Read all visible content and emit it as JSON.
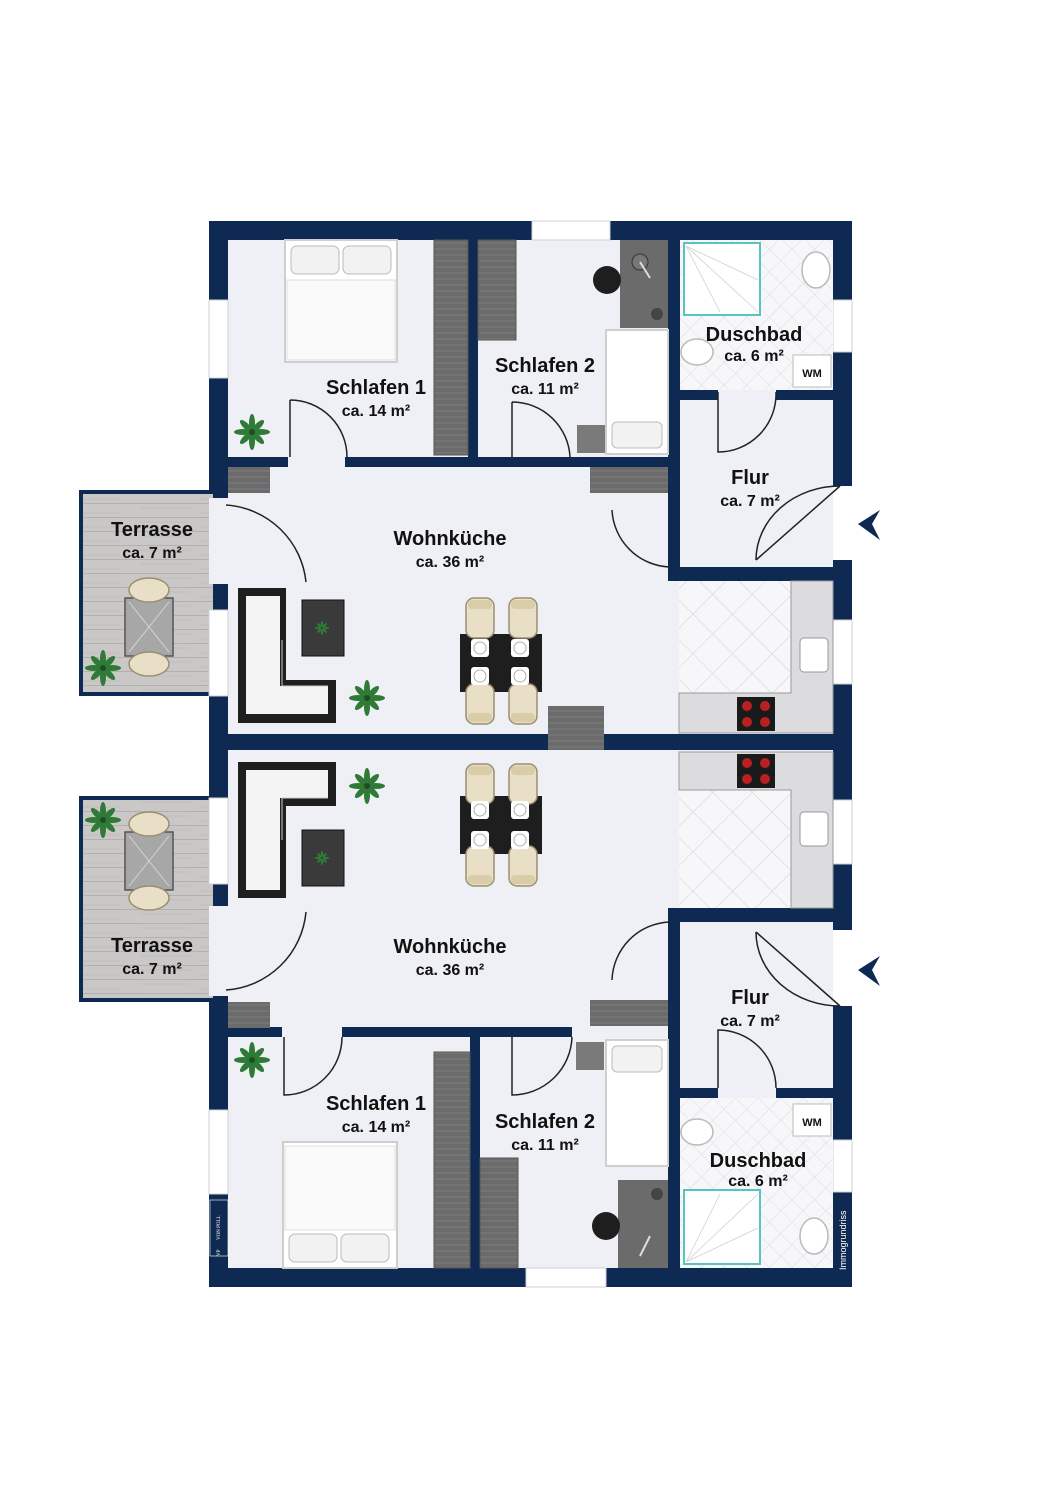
{
  "colors": {
    "wall": "#0f2a52",
    "floor": "#eff0f5",
    "tile_lines": "#d0d0d8",
    "terrace": "#c9c6c6",
    "furniture_dark": "#222222",
    "cabinet": "#6a6a6a",
    "plant": "#2f7a36",
    "chair": "#e9dfc6"
  },
  "units": [
    {
      "rooms": {
        "schlafen1": {
          "name": "Schlafen 1",
          "area": "ca. 14 m²"
        },
        "schlafen2": {
          "name": "Schlafen 2",
          "area": "ca. 11 m²"
        },
        "duschbad": {
          "name": "Duschbad",
          "area": "ca. 6 m²"
        },
        "flur": {
          "name": "Flur",
          "area": "ca. 7 m²"
        },
        "wohnkueche": {
          "name": "Wohnküche",
          "area": "ca. 36 m²"
        },
        "terrasse": {
          "name": "Terrasse",
          "area": "ca. 7 m²"
        }
      },
      "wm_label": "WM"
    },
    {
      "rooms": {
        "schlafen1": {
          "name": "Schlafen 1",
          "area": "ca. 14 m²"
        },
        "schlafen2": {
          "name": "Schlafen 2",
          "area": "ca. 11 m²"
        },
        "duschbad": {
          "name": "Duschbad",
          "area": "ca. 6 m²"
        },
        "flur": {
          "name": "Flur",
          "area": "ca. 7 m²"
        },
        "wohnkueche": {
          "name": "Wohnküche",
          "area": "ca. 36 m²"
        },
        "terrasse": {
          "name": "Terrasse",
          "area": "ca. 7 m²"
        }
      },
      "wm_label": "WM"
    }
  ],
  "branding": {
    "logo_mark": "VP",
    "logo_text": "VON POLL",
    "watermark": "Immogrundriss"
  },
  "icons": [
    "entrance-arrow-icon",
    "plant-icon",
    "stove-icon",
    "sink-icon",
    "toilet-icon",
    "shower-icon"
  ]
}
